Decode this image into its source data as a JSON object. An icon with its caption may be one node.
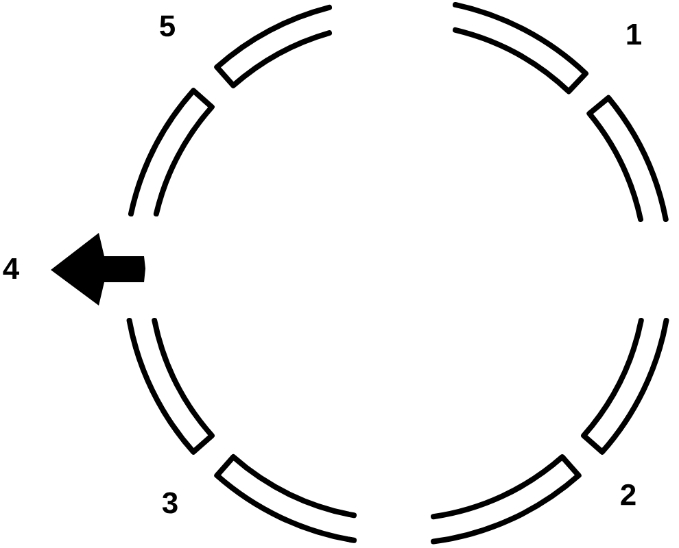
{
  "diagram": {
    "labels": [
      "5",
      "1",
      "4",
      "3",
      "2"
    ]
  }
}
